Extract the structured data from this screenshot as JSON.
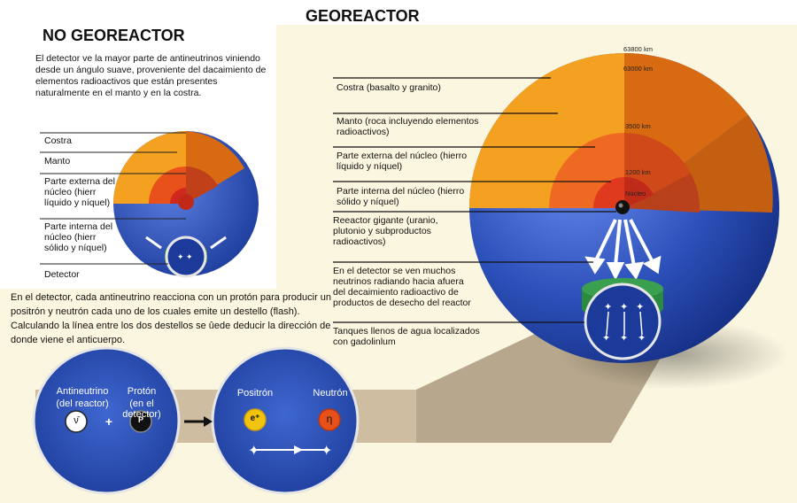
{
  "main_title": "GEOREACTOR",
  "no_georeactor": {
    "title": "NO GEOREACTOR",
    "description_lines": [
      "El detector ve la mayor parte de antineutrinos viniendo",
      "desde un ángulo suave, proveniente del dacaimiento de",
      "elementos radioactivos que están presentes",
      "naturalmente en el manto y en la costra."
    ],
    "labels": {
      "costra": "Costra",
      "manto": "Manto",
      "outer_core": [
        "Parte externa del",
        "núcleo (hierr",
        "líquido y níquel)"
      ],
      "inner_core": [
        "Parte interna del",
        "núcleo (hierr",
        "sólido y níquel)"
      ],
      "detector": "Detector"
    }
  },
  "detector_explanation_lines": [
    "En el detector, cada antineutrino reacciona con un protón para producir un",
    "positrón y neutrón cada uno de los cuales emite un destello (flash).",
    "Calculando la línea entre los dos destellos se ûede deducir la dirección de",
    "donde viene el anticuerpo."
  ],
  "reaction": {
    "antineutrino_label": "Antineutrino",
    "antineutrino_sub": "(del reactor)",
    "antineutrino_symbol": "ν̄",
    "proton_label": "Protón",
    "proton_sub": "(en el detector)",
    "proton_symbol": "P",
    "plus": "+",
    "positron_label": "Positrón",
    "positron_symbol": "e⁺",
    "neutron_label": "Neutrón",
    "neutron_symbol": "η"
  },
  "georeactor_labels": {
    "costra": "Costra (basalto y granito)",
    "manto": [
      "Manto (roca incluyendo elementos",
      "radioactivos)"
    ],
    "outer_core": [
      "Parte externa del núcleo (hierro",
      "líquido y níquel)"
    ],
    "inner_core": [
      "Parte interna del núcleo (hierro",
      "sólido y níquel)"
    ],
    "reactor": [
      "Reeactor gigante (uranio,",
      "plutonio y subproductos",
      "radioactivos)"
    ],
    "detector": [
      "En el detector se ven muchos",
      "neutrinos radiando hacia afuera",
      "del decaimiento radioactivo de",
      "productos de desecho del reactor"
    ],
    "tanks": [
      "Tanques llenos de agua localizados",
      "con gadolinlum"
    ]
  },
  "km_labels": {
    "r1": "63800 km",
    "r2": "63000 km",
    "r3": "3500 km",
    "r4": "1200 km",
    "r5": "Núcleo"
  },
  "colors": {
    "ocean_blue": "#2b4fb8",
    "crust_orange": "#f4a020",
    "mantle_orange": "#f08a18",
    "outer_core": "#e8521a",
    "inner_core": "#d0281c",
    "beige_band": "#c9b79a",
    "bg_yellow": "#fbf6e0"
  }
}
